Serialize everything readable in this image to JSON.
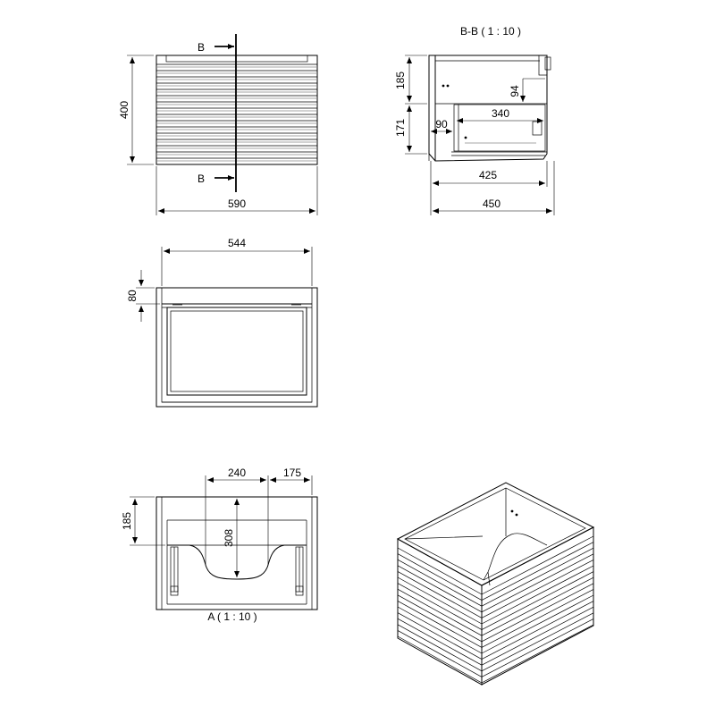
{
  "front_view": {
    "section_marker_top": "B",
    "section_marker_bottom": "B",
    "dim_height": "400",
    "dim_width": "590"
  },
  "section_bb": {
    "title": "B-B ( 1 : 10 )",
    "dim_upper_height": "185",
    "dim_lower_height": "171",
    "dim_inner_94": "94",
    "dim_inner_340": "340",
    "dim_inner_90": "90",
    "dim_width_425": "425",
    "dim_width_450": "450"
  },
  "drawer_view": {
    "dim_width": "544",
    "dim_height": "80"
  },
  "plan_view_a": {
    "title": "A ( 1 : 10 )",
    "dim_240": "240",
    "dim_175": "175",
    "dim_185": "185",
    "dim_308": "308"
  },
  "iso_view": {}
}
